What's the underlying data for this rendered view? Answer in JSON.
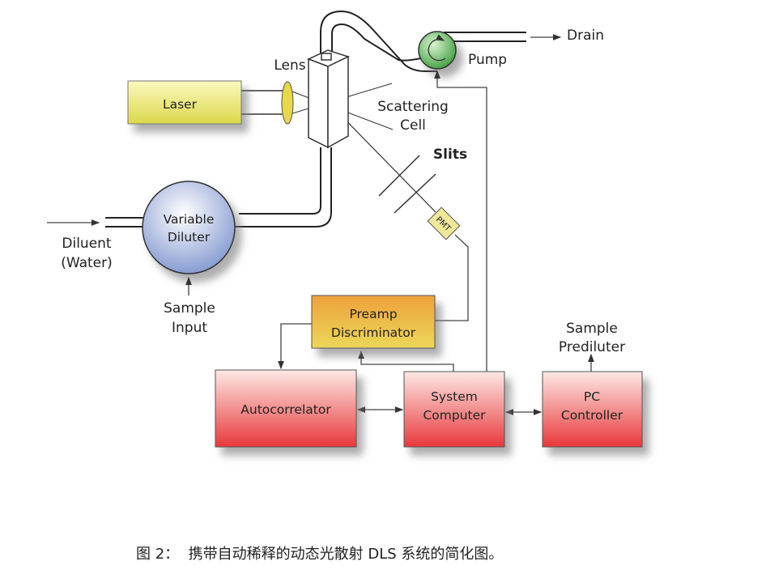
{
  "colors": {
    "laser": "#e8e46a",
    "pump": "#4caf50",
    "diluter": "#8fa3d6",
    "preamp": "#eda640",
    "red_box": "#e8383c"
  },
  "labels": {
    "lens": "Lens",
    "laser": "Laser",
    "scattering_cell": [
      "Scattering",
      "Cell"
    ],
    "slits": "Slits",
    "pmt": "PMT",
    "pump": "Pump",
    "drain": "Drain",
    "variable_diluter": [
      "Variable",
      "Diluter"
    ],
    "diluent": [
      "Diluent",
      "(Water)"
    ],
    "sample_input": [
      "Sample",
      "Input"
    ],
    "preamp": [
      "Preamp",
      "Discriminator"
    ],
    "autocorrelator": "Autocorrelator",
    "system_computer": [
      "System",
      "Computer"
    ],
    "pc_controller": [
      "PC",
      "Controller"
    ],
    "sample_prediluter": [
      "Sample",
      "Prediluter"
    ]
  },
  "caption": "图 2：  携带自动稀释的动态光散射 DLS 系统的简化图。"
}
